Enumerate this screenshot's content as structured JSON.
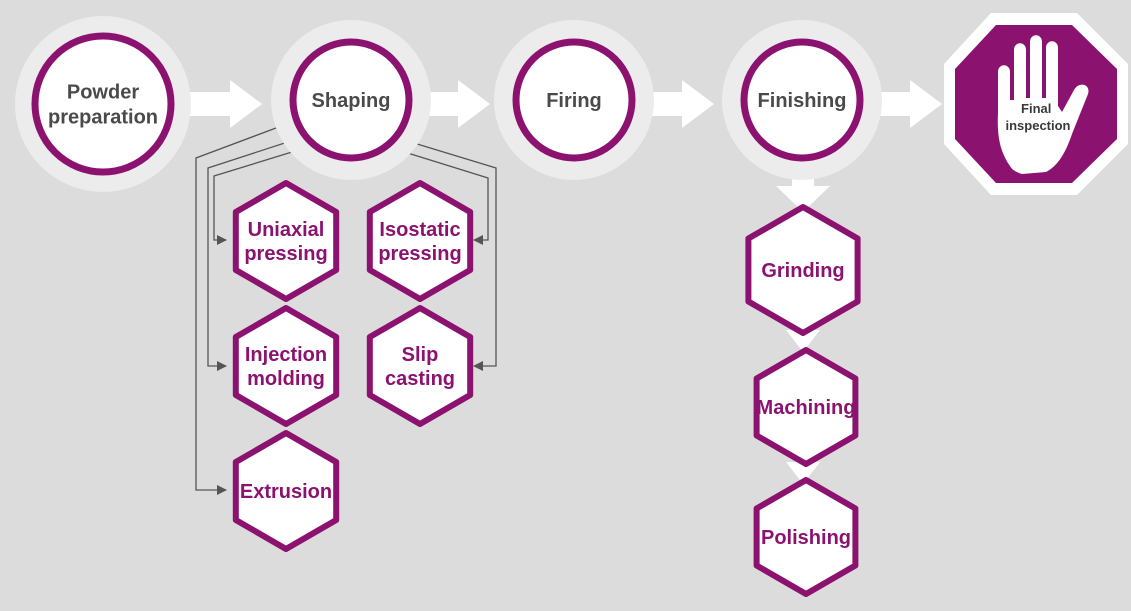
{
  "stages": [
    {
      "id": "powder",
      "lines": [
        "Powder",
        "preparation"
      ]
    },
    {
      "id": "shaping",
      "lines": [
        "Shaping"
      ]
    },
    {
      "id": "firing",
      "lines": [
        "Firing"
      ]
    },
    {
      "id": "finishing",
      "lines": [
        "Finishing"
      ]
    }
  ],
  "final": {
    "lines": [
      "Final",
      "inspection"
    ],
    "icon": "hand-stop-icon"
  },
  "shaping_methods": [
    {
      "id": "uniaxial",
      "lines": [
        "Uniaxial",
        "pressing"
      ]
    },
    {
      "id": "isostatic",
      "lines": [
        "Isostatic",
        "pressing"
      ]
    },
    {
      "id": "injection",
      "lines": [
        "Injection",
        "molding"
      ]
    },
    {
      "id": "slip",
      "lines": [
        "Slip",
        "casting"
      ]
    },
    {
      "id": "extrusion",
      "lines": [
        "Extrusion"
      ]
    }
  ],
  "finishing_steps": [
    {
      "id": "grinding",
      "lines": [
        "Grinding"
      ]
    },
    {
      "id": "machining",
      "lines": [
        "Machining"
      ]
    },
    {
      "id": "polishing",
      "lines": [
        "Polishing"
      ]
    }
  ],
  "colors": {
    "background": "#dcdcdc",
    "accent": "#8c1270",
    "halo": "#ececec",
    "arrow": "#ffffff",
    "connector": "#555555",
    "text_dark": "#4a4a4a"
  }
}
